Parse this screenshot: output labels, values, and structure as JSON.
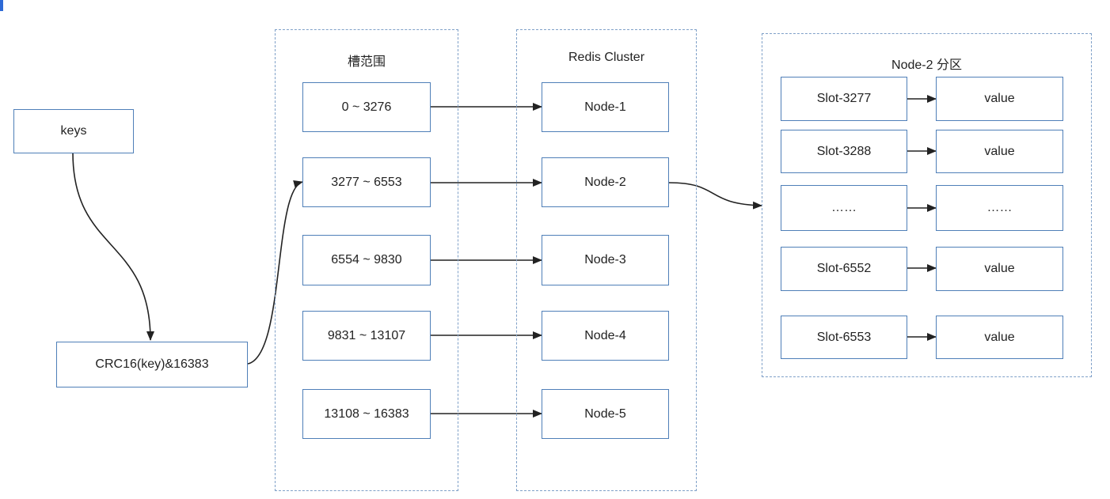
{
  "keys_label": "keys",
  "hash_label": "CRC16(key)&16383",
  "slot_range_group": {
    "title": "槽范围",
    "ranges": [
      "0 ~ 3276",
      "3277 ~ 6553",
      "6554 ~ 9830",
      "9831 ~ 13107",
      "13108 ~ 16383"
    ]
  },
  "cluster_group": {
    "title": "Redis Cluster",
    "nodes": [
      "Node-1",
      "Node-2",
      "Node-3",
      "Node-4",
      "Node-5"
    ]
  },
  "partition_group": {
    "title": "Node-2 分区",
    "rows": [
      {
        "slot": "Slot-3277",
        "value": "value"
      },
      {
        "slot": "Slot-3288",
        "value": "value"
      },
      {
        "slot": "……",
        "value": "……"
      },
      {
        "slot": "Slot-6552",
        "value": "value"
      },
      {
        "slot": "Slot-6553",
        "value": "value"
      }
    ]
  },
  "colors": {
    "box_border": "#4f7fb8",
    "group_border": "#7fa0c8",
    "arrow": "#222222"
  }
}
